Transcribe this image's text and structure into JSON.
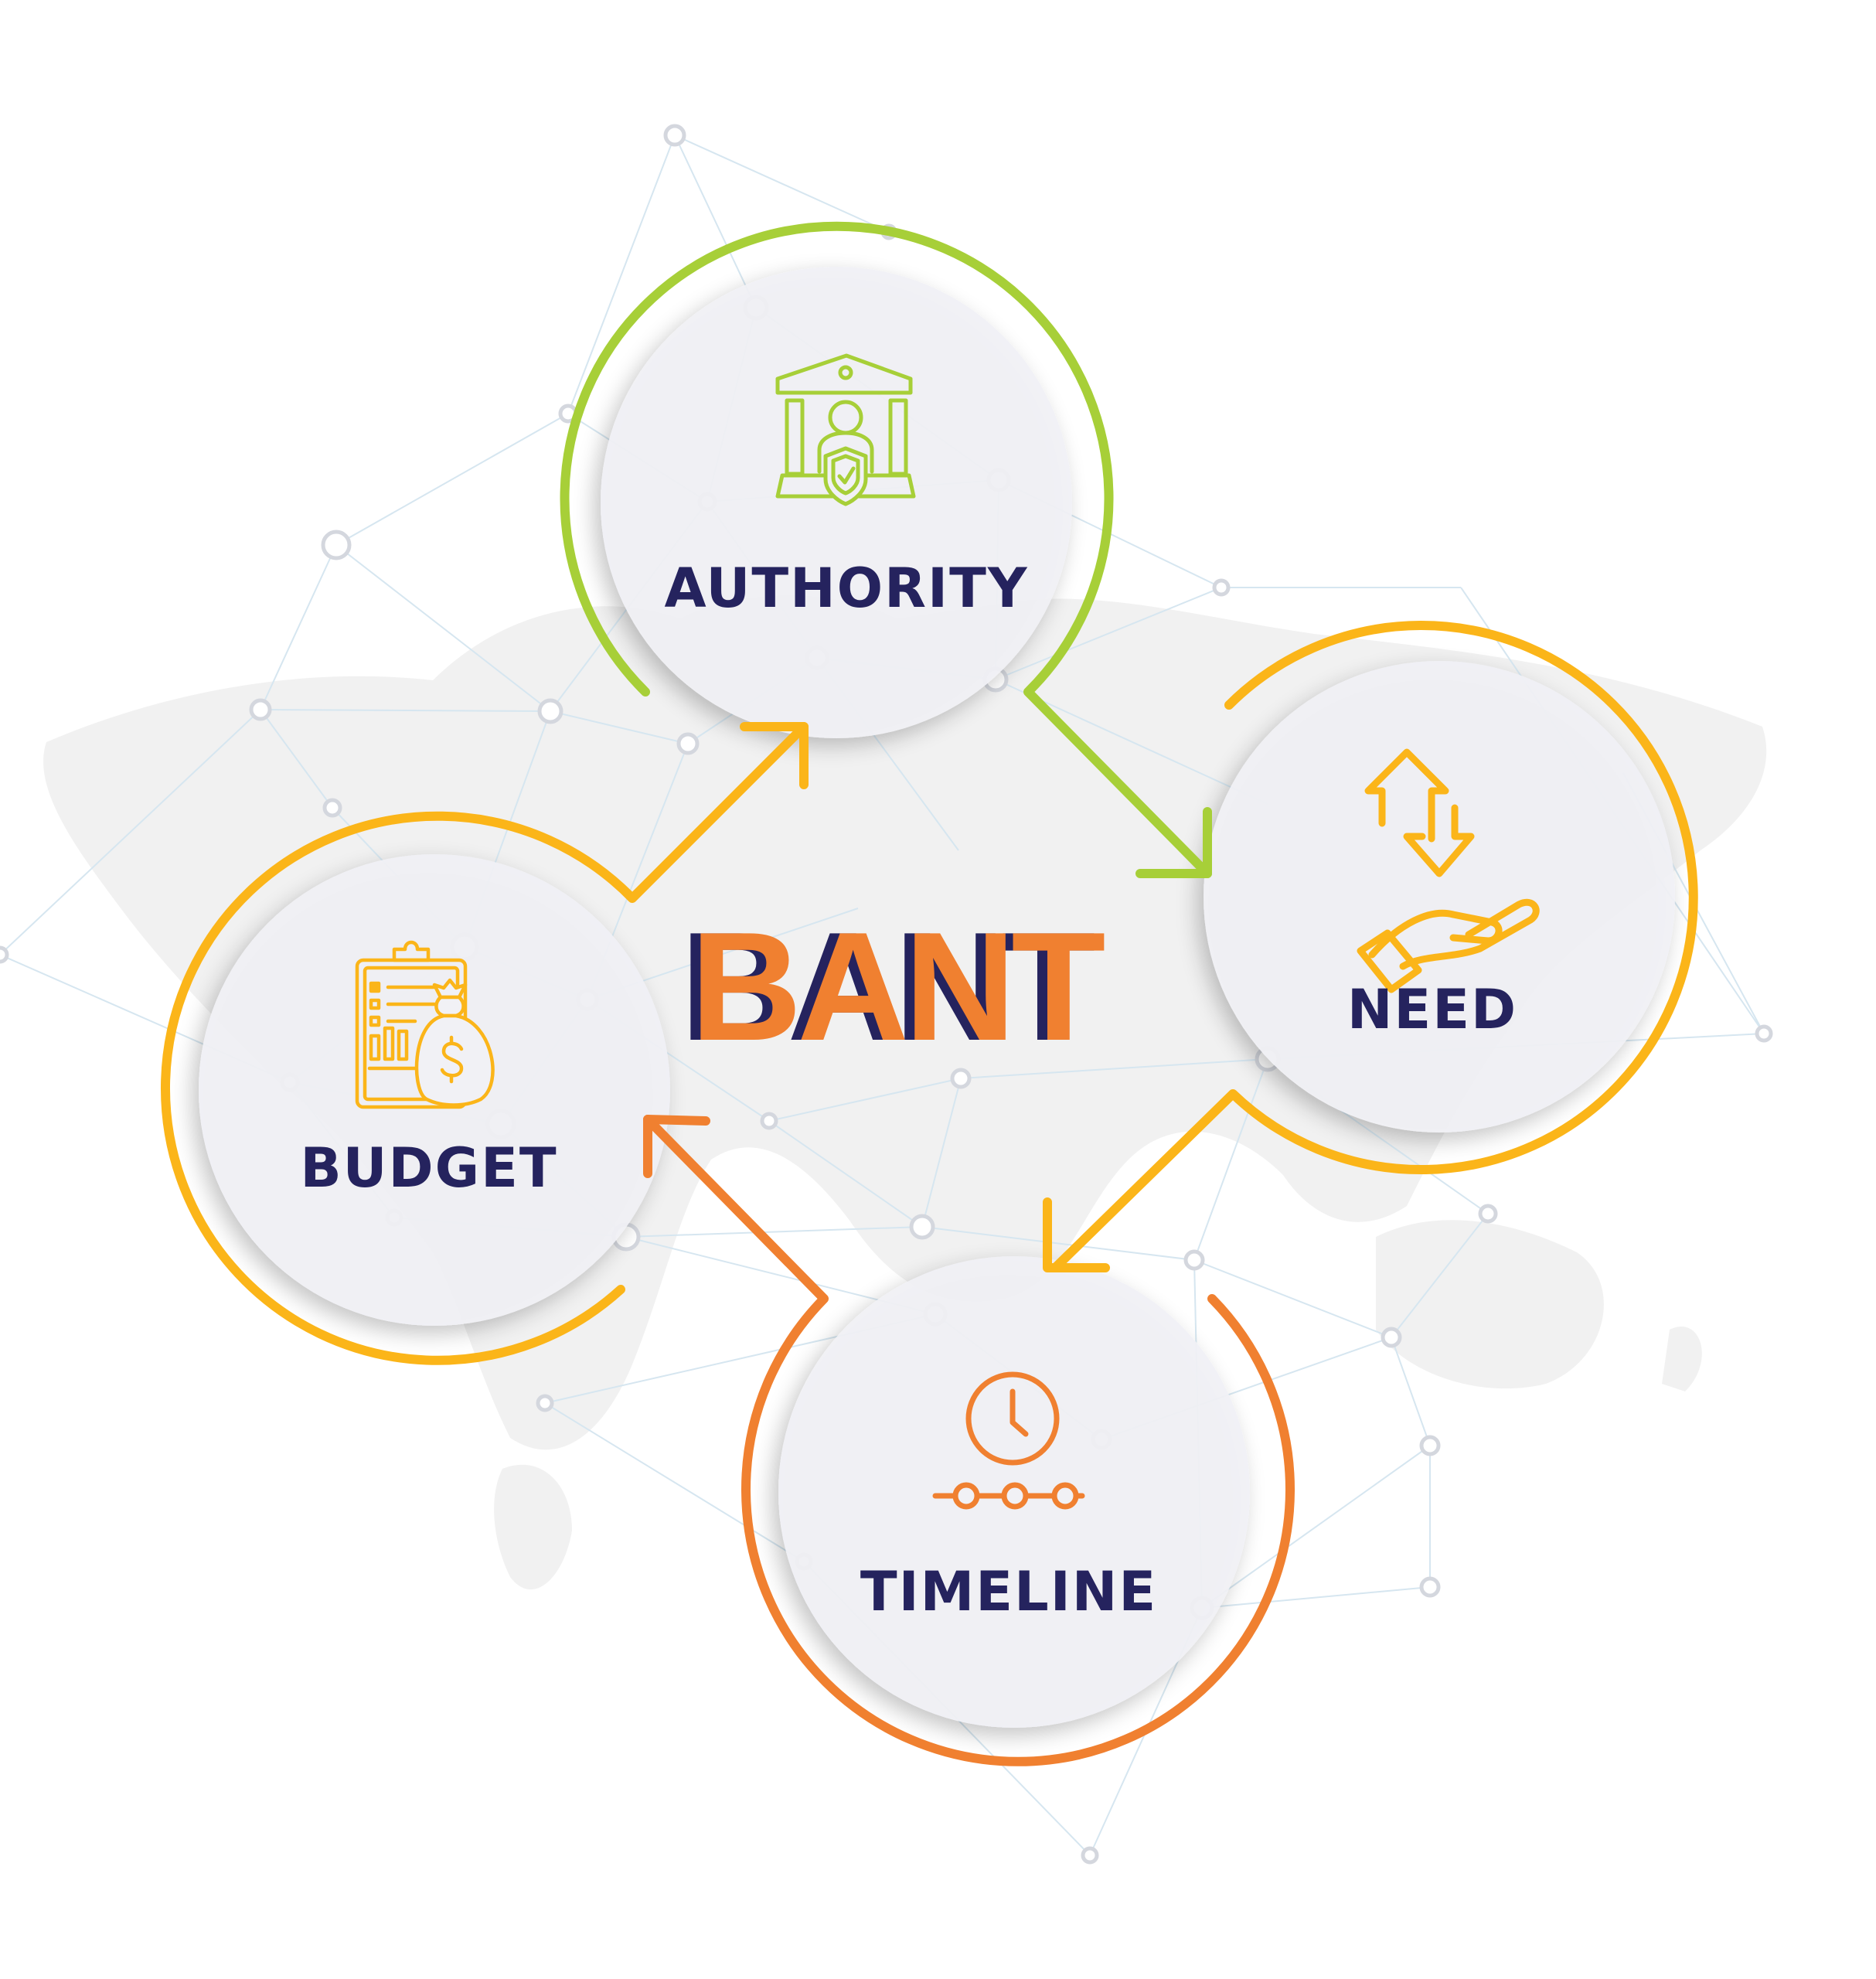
{
  "title": "BANT",
  "colors": {
    "green": "#a7cf38",
    "yellow": "#fbb519",
    "orange": "#f08030",
    "navy": "#25235e",
    "disk": "#f0f0f4",
    "map": "#ededed",
    "network_line": "#d6e6f0",
    "network_node": "#d4d7de"
  },
  "nodes": [
    {
      "id": "authority",
      "label": "AUTHORITY",
      "icon": "bank-authority-shield-icon",
      "color": "#a7cf38"
    },
    {
      "id": "need",
      "label": "NEED",
      "icon": "hand-arrows-up-down-icon",
      "color": "#fbb519"
    },
    {
      "id": "timeline",
      "label": "TIMELINE",
      "icon": "clock-timeline-icon",
      "color": "#f08030"
    },
    {
      "id": "budget",
      "label": "BUDGET",
      "icon": "clipboard-money-bag-icon",
      "color": "#fbb519"
    }
  ],
  "center": {
    "text": "BANT",
    "letters": [
      "B",
      "A",
      "N",
      "T"
    ]
  },
  "flow": [
    {
      "from": "authority",
      "to": "need"
    },
    {
      "from": "need",
      "to": "timeline"
    },
    {
      "from": "timeline",
      "to": "budget"
    },
    {
      "from": "budget",
      "to": "authority"
    }
  ]
}
